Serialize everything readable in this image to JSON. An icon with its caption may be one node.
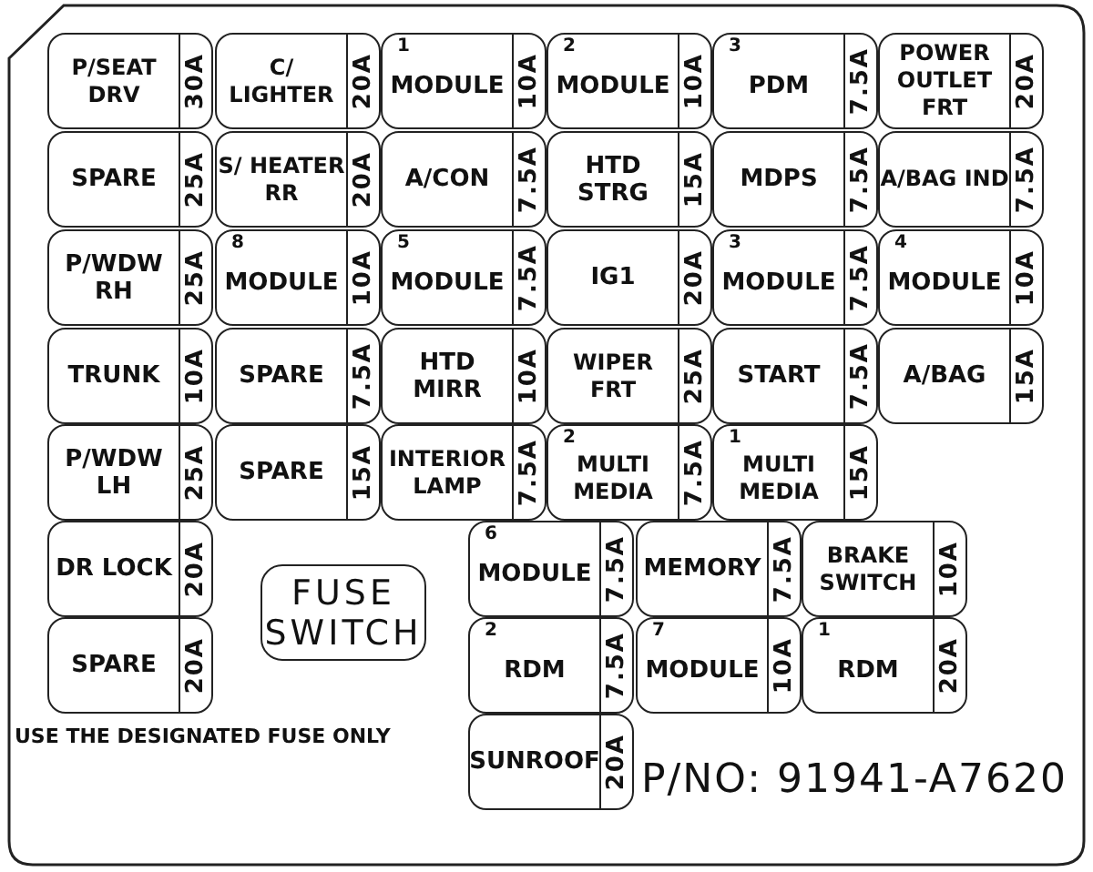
{
  "diagram": {
    "nodes": [
      {
        "text": [
          "P/SEAT DRV",
          "30A"
        ]
      },
      {
        "text": [
          "C/ LIGHTER",
          "20A"
        ]
      },
      {
        "text": [
          "1",
          "MODULE",
          "10A"
        ]
      },
      {
        "text": [
          "2",
          "MODULE",
          "10A"
        ]
      },
      {
        "text": [
          "3",
          "PDM",
          "7.5A"
        ]
      },
      {
        "text": [
          "POWER OUTLET FRT",
          "20A"
        ]
      },
      {
        "text": [
          "SPARE",
          "25A"
        ]
      },
      {
        "text": [
          "S/ HEATER RR",
          "20A"
        ]
      },
      {
        "text": [
          "A/CON",
          "7.5A"
        ]
      },
      {
        "text": [
          "HTD STRG",
          "15A"
        ]
      },
      {
        "text": [
          "MDPS",
          "7.5A"
        ]
      },
      {
        "text": [
          "A/BAG IND",
          "7.5A"
        ]
      },
      {
        "text": [
          "P/WDW RH",
          "25A"
        ]
      },
      {
        "text": [
          "8",
          "MODULE",
          "10A"
        ]
      },
      {
        "text": [
          "5",
          "MODULE",
          "7.5A"
        ]
      },
      {
        "text": [
          "IG1",
          "20A"
        ]
      },
      {
        "text": [
          "3",
          "MODULE",
          "7.5A"
        ]
      },
      {
        "text": [
          "4",
          "MODULE",
          "10A"
        ]
      },
      {
        "text": [
          "TRUNK",
          "10A"
        ]
      },
      {
        "text": [
          "SPARE",
          "7.5A"
        ]
      },
      {
        "text": [
          "HTD MIRR",
          "10A"
        ]
      },
      {
        "text": [
          "WIPER FRT",
          "25A"
        ]
      },
      {
        "text": [
          "START",
          "7.5A"
        ]
      },
      {
        "text": [
          "A/BAG",
          "15A"
        ]
      },
      {
        "text": [
          "P/WDW LH",
          "25A"
        ]
      },
      {
        "text": [
          "SPARE",
          "15A"
        ]
      },
      {
        "text": [
          "INTERIOR LAMP",
          "7.5A"
        ]
      },
      {
        "text": [
          "2",
          "MULTI MEDIA",
          "7.5A"
        ]
      },
      {
        "text": [
          "1",
          "MULTI MEDIA",
          "15A"
        ]
      },
      {
        "text": [
          "DR LOCK",
          "20A"
        ]
      },
      {
        "text": [
          "FUSE SWITCH"
        ]
      },
      {
        "text": [
          "6",
          "MODULE",
          "7.5A"
        ]
      },
      {
        "text": [
          "MEMORY",
          "7.5A"
        ]
      },
      {
        "text": [
          "BRAKE SWITCH",
          "10A"
        ]
      },
      {
        "text": [
          "SPARE",
          "20A"
        ]
      },
      {
        "text": [
          "2",
          "RDM",
          "7.5A"
        ]
      },
      {
        "text": [
          "7",
          "MODULE",
          "10A"
        ]
      },
      {
        "text": [
          "1",
          "RDM",
          "20A"
        ]
      },
      {
        "text": [
          "SUNROOF",
          "20A"
        ]
      }
    ],
    "labels": [
      "USE THE DESIGNATED FUSE ONLY",
      "P/NO: 91941-A7620"
    ]
  }
}
